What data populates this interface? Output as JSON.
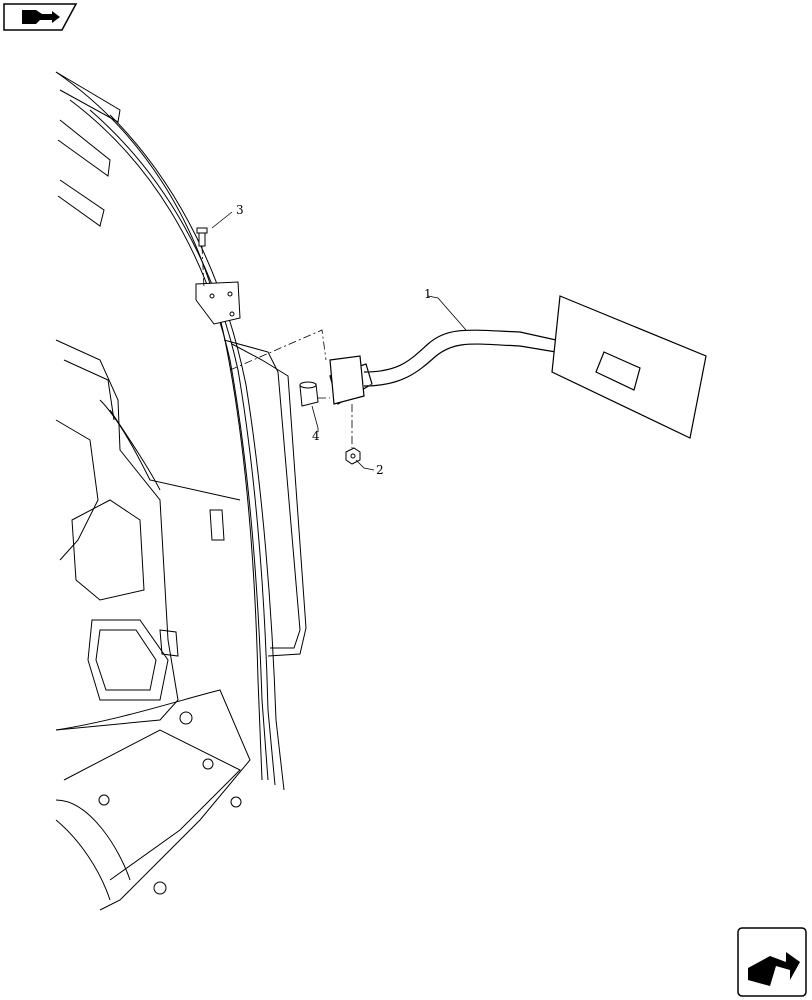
{
  "callouts": {
    "item_1": "1",
    "item_2": "2",
    "item_3": "3",
    "item_4": "4"
  },
  "icons": {
    "top_left": "back-arrow-icon",
    "bottom_right": "next-page-icon"
  },
  "colors": {
    "line": "#000000",
    "background": "#ffffff",
    "icon_fill": "#000000"
  }
}
